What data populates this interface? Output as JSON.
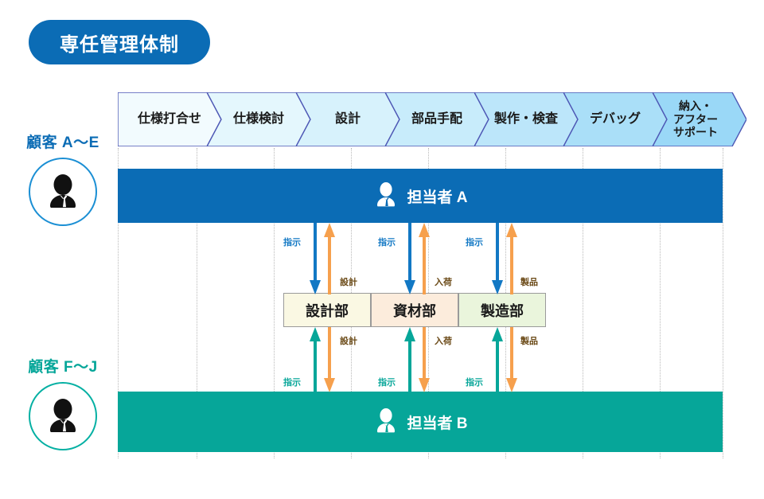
{
  "title": {
    "text": "専任管理体制"
  },
  "colors": {
    "brand_blue": "#0b6cb5",
    "teal": "#06a699",
    "orange": "#f6a04d",
    "chevron_border": "#4e58b5",
    "dept_design_fill": "#faf8e3",
    "dept_material_fill": "#fcecdc",
    "dept_manufacture_fill": "#eaf5dc"
  },
  "process": {
    "steps": [
      {
        "label": "仕様打合せ",
        "fill": "#f2fbfe"
      },
      {
        "label": "仕様検討",
        "fill": "#e4f7fd"
      },
      {
        "label": "設計",
        "fill": "#d7f2fc"
      },
      {
        "label": "部品手配",
        "fill": "#c8ecfb"
      },
      {
        "label": "製作・検査",
        "fill": "#bce6fa"
      },
      {
        "label": "デバッグ",
        "fill": "#aadff8"
      },
      {
        "label": "納入・\nアフター\nサポート",
        "fill": "#9ad8f7"
      }
    ]
  },
  "customers": [
    {
      "name": "顧客 A〜E",
      "icon": "person-icon"
    },
    {
      "name": "顧客 F〜J",
      "icon": "person-icon"
    }
  ],
  "staff": [
    {
      "name": "担当者 A",
      "icon": "person-icon"
    },
    {
      "name": "担当者 B",
      "icon": "person-icon"
    }
  ],
  "departments": [
    {
      "label": "設計部"
    },
    {
      "label": "資材部"
    },
    {
      "label": "製造部"
    }
  ],
  "flows": {
    "top": [
      {
        "instruct": "指示",
        "return": "設計"
      },
      {
        "instruct": "指示",
        "return": "入荷"
      },
      {
        "instruct": "指示",
        "return": "製品"
      }
    ],
    "bottom": [
      {
        "instruct": "指示",
        "return": "設計"
      },
      {
        "instruct": "指示",
        "return": "入荷"
      },
      {
        "instruct": "指示",
        "return": "製品"
      }
    ]
  }
}
